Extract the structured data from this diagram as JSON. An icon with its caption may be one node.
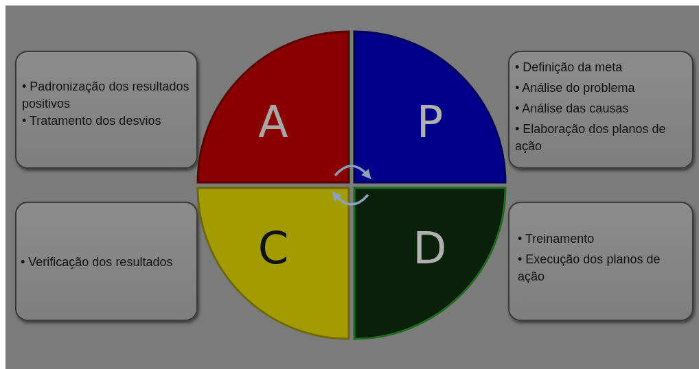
{
  "diagram": {
    "nodes": [
      {
        "text": [
          "• Padronização dos resultados positivos",
          "• Tratamento dos desvios"
        ]
      },
      {
        "text": [
          "• Definição da meta",
          "• Análise do problema",
          "• Análise das causas",
          "• Elaboração dos planos de ação"
        ]
      },
      {
        "text": [
          "• Verificação dos resultados"
        ]
      },
      {
        "text": [
          "• Treinamento",
          "• Execução dos planos de ação"
        ]
      },
      {
        "text": [
          "A"
        ]
      },
      {
        "text": [
          "P"
        ]
      },
      {
        "text": [
          "C"
        ]
      },
      {
        "text": [
          "D"
        ]
      }
    ],
    "edges": [
      {
        "from": 4,
        "to": 5,
        "arrow": "to"
      },
      {
        "from": 7,
        "to": 6,
        "arrow": "to"
      }
    ]
  }
}
